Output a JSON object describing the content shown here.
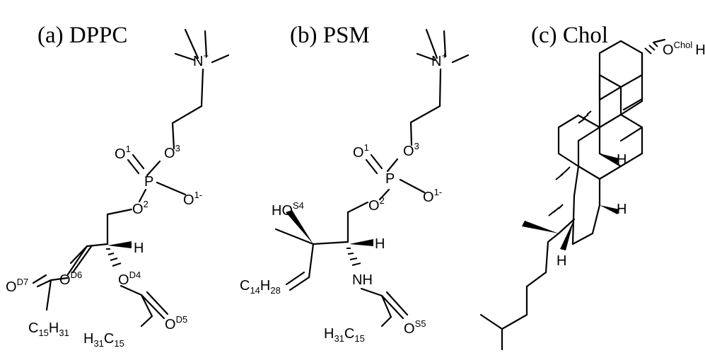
{
  "panels": [
    {
      "title": "(a) DPPC"
    },
    {
      "title": "(b) PSM"
    },
    {
      "title": "(c) Chol"
    }
  ],
  "dppc": {
    "N": "N",
    "N_sup": "+",
    "O3": "O",
    "O3_sup": "3",
    "O1": "O",
    "O1_sup": "1",
    "P": "P",
    "O1m": "O",
    "O1m_sup": "1-",
    "O2": "O",
    "O2_sup": "2",
    "H": "H",
    "OD6": "O",
    "OD6_sup": "D6",
    "OD4": "O",
    "OD4_sup": "D4",
    "OD7": "O",
    "OD7_sup": "D7",
    "OD5": "O",
    "OD5_sup": "D5",
    "C15H31_a": "C",
    "C15H31_a_s1": "15",
    "C15H31_a_H": "H",
    "C15H31_a_s2": "31",
    "H31C15_b": "H",
    "H31C15_b_s1": "31",
    "H31C15_b_C": "C",
    "H31C15_b_s2": "15"
  },
  "psm": {
    "N": "N",
    "N_sup": "+",
    "O3": "O",
    "O3_sup": "3",
    "O1": "O",
    "O1_sup": "1",
    "P": "P",
    "O1m": "O",
    "O1m_sup": "1-",
    "O2": "O",
    "O2_sup": "2",
    "HO": "HO",
    "HO_sup": "S4",
    "H": "H",
    "C14H28": "C",
    "C14H28_s1": "14",
    "C14H28_H": "H",
    "C14H28_s2": "28",
    "NH": "NH",
    "H31C15": "H",
    "H31C15_s1": "31",
    "H31C15_C": "C",
    "H31C15_s2": "15",
    "OS5": "O",
    "OS5_sup": "S5"
  },
  "chol": {
    "O": "O",
    "O_sup": "Chol",
    "OH_H": "H",
    "H1": "H",
    "H2": "H",
    "H3": "H"
  }
}
